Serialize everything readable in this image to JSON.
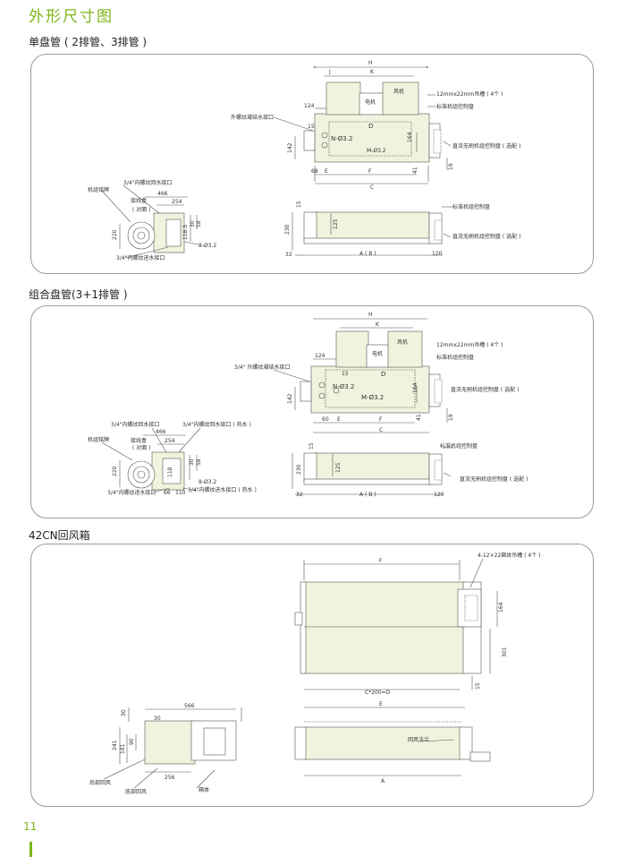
{
  "page": {
    "title": "外形尺寸图",
    "page_number": "11",
    "accent": "#7cb518",
    "fill": "#eef4dd"
  },
  "sections": {
    "s1": {
      "heading": "单盘管 ( 2排管、3排管 )",
      "top": {
        "H": "H",
        "J": "J",
        "K": "K",
        "motor": "电机",
        "fan": "风机",
        "hanger": "12mmx22mm吊槽 ( 4个 )",
        "std_box": "标准机组控制盘",
        "d124": "124",
        "ext_drain": "外螺纹凝结水接口",
        "d15": "15",
        "D": "D",
        "N": "N-Ø3.2",
        "d164": "164",
        "d142": "142",
        "M": "M-Ø3.2",
        "dc_box": "直流无刷机组控制盘 ( 选配 )",
        "d68": "68",
        "E": "E",
        "F": "F",
        "d41": "41",
        "d19": "19",
        "C": "C"
      },
      "side": {
        "return_port": "3/4\"内螺纹回水接口",
        "nameplate": "机组铭牌",
        "d466": "466",
        "junction": "接线盒",
        "opposite": "( 对面 )",
        "d254": "254",
        "d220": "220",
        "d118": "118.5",
        "d30": "30",
        "d58": "58",
        "hole": "8-Ø3.2",
        "supply_port": "3/4\"内螺纹进水接口"
      },
      "bottom": {
        "d15": "15",
        "d230": "230",
        "d125": "125",
        "std_box": "标准机组控制盘",
        "dc_box": "直流无刷机组控制盘 ( 选配 )",
        "d32": "32",
        "A": "A ( B )",
        "d120": "120"
      }
    },
    "s2": {
      "heading": "组合盘管(3+1排管 )",
      "top": {
        "H": "H",
        "K": "K",
        "motor": "电机",
        "fan": "风机",
        "hanger": "12mmx22mm吊槽 ( 4个 )",
        "std_box": "标准机组控制盘",
        "d124": "124",
        "ext_drain": "3/4\" 外螺纹凝结水接口",
        "d15": "15",
        "D": "D",
        "N": "N-Ø3.2",
        "d164": "164",
        "d142": "142",
        "M": "M-Ø3.2",
        "dc_box": "直流无刷机组控制盘 ( 选配 )",
        "d60": "60",
        "E": "E",
        "F": "F",
        "d41": "41",
        "d19": "19",
        "C": "C"
      },
      "side": {
        "return_port": "3/4\"内螺纹回水接口",
        "return_hot": "3/4\"内螺纹回水接口 ( 热水 )",
        "nameplate": "机组铭牌",
        "d466": "466",
        "junction": "接线盒",
        "opposite": "( 对面 )",
        "d254": "254",
        "d220": "220",
        "d118": "118",
        "d30": "30",
        "d58": "58",
        "hole": "8-Ø3.2",
        "supply_port": "3/4\"内螺纹进水接口",
        "d66": "66",
        "d110": "110",
        "supply_hot": "3/4\"内螺纹进水接口 ( 热水 )"
      },
      "bottom": {
        "d15": "15",
        "d230": "230",
        "d125": "125",
        "std_box": "标准机组控制盘",
        "dc_box": "直流无刷机组控制盘 ( 选配 )",
        "d32": "32",
        "A": "A ( B )",
        "d120": "120"
      }
    },
    "s3": {
      "heading": "42CN回风箱",
      "top": {
        "F": "F",
        "hanger": "4-12×22箱体吊槽 ( 4个 )",
        "d164": "164",
        "d301": "301",
        "d15": "15",
        "CD": "C*200=D",
        "E": "E"
      },
      "side": {
        "d566": "566",
        "d30a": "30",
        "d30b": "30",
        "d241": "241",
        "d181": "181",
        "d90": "90",
        "d256": "256",
        "rear": "后部回风",
        "bottom": "底部回风",
        "box": "箱体"
      },
      "bottom": {
        "flange": "回风法兰",
        "A": "A"
      }
    }
  }
}
